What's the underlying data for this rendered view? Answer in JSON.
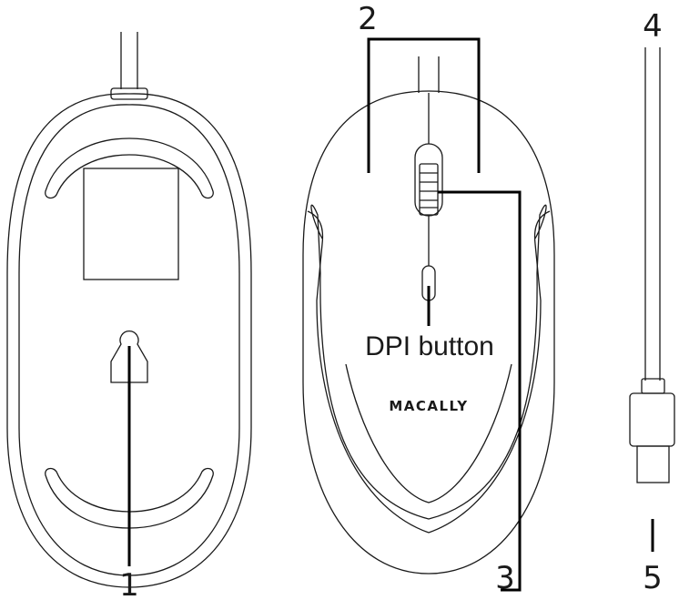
{
  "labels": {
    "one": "1",
    "two": "2",
    "three": "3",
    "four": "4",
    "five": "5",
    "dpi_button": "DPI button"
  },
  "brand": "MACALLY",
  "colors": {
    "line": "#1a1a1a",
    "background": "#ffffff"
  }
}
